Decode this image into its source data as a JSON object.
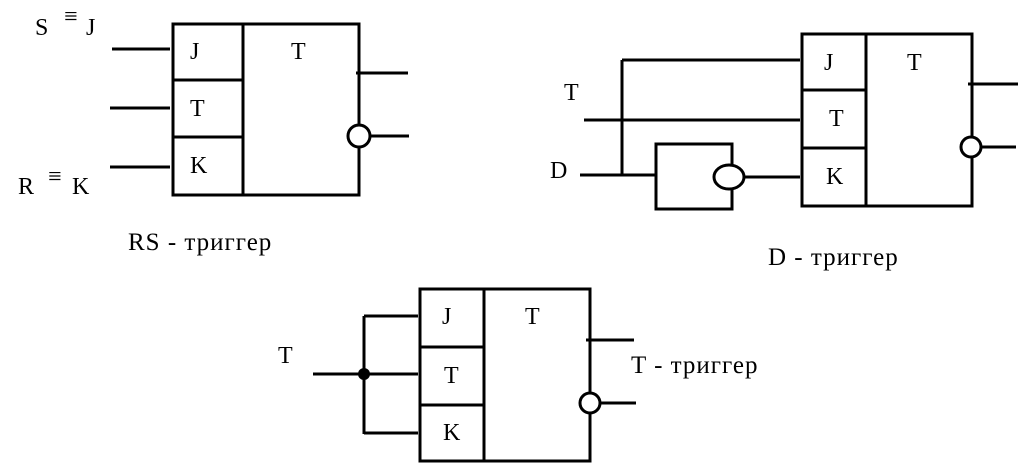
{
  "rs_trigger": {
    "label_s": "S",
    "equiv_s": "≡",
    "label_s_j": "J",
    "label_r": "R",
    "equiv_r": "≡",
    "label_r_k": "K",
    "pin_j": "J",
    "pin_t": "T",
    "pin_k": "K",
    "title": "T",
    "caption": "RS - триггер"
  },
  "d_trigger": {
    "input_t": "T",
    "input_d": "D",
    "pin_j": "J",
    "pin_t": "T",
    "pin_k": "K",
    "title": "T",
    "caption": "D - триггер"
  },
  "t_trigger": {
    "input_t": "T",
    "pin_j": "J",
    "pin_t": "T",
    "pin_k": "K",
    "title": "T",
    "caption": "T - триггер"
  }
}
